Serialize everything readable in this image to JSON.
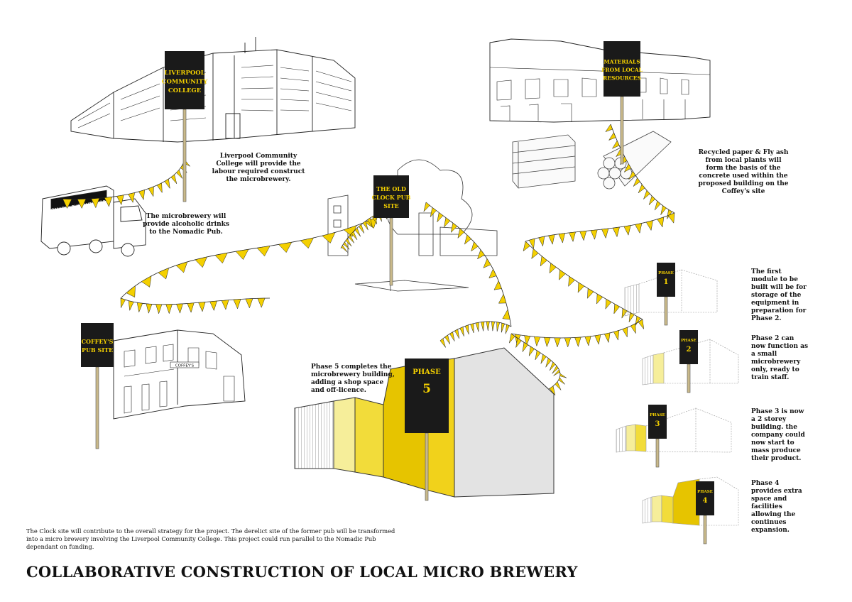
{
  "title": "COLLABORATIVE CONSTRUCTION OF LOCAL MICRO BREWERY",
  "colors": {
    "accent": "#f4d000",
    "sign": "#1a1a1a",
    "line": "#222222",
    "panel_light": "#f6ee9a",
    "panel_mid": "#f2dc3a",
    "panel_dark": "#e6c400",
    "panel_grey": "#e3e3e3"
  },
  "signs": {
    "college": [
      "LIVERPOOL",
      "COMMUNITY",
      "COLLEGE"
    ],
    "materials": [
      "MATERIALS",
      "FROM LOCAL",
      "RESOURCES"
    ],
    "clock": [
      "THE OLD",
      "CLOCK PUB",
      "SITE"
    ],
    "coffeys": [
      "COFFEY'S",
      "PUB SITE"
    ],
    "phase5": [
      "PHASE",
      "5"
    ],
    "phase1": [
      "PHASE",
      "1"
    ],
    "phase2": [
      "PHASE",
      "2"
    ],
    "phase3": [
      "PHASE",
      "3"
    ],
    "phase4": [
      "PHASE",
      "4"
    ]
  },
  "truck_label": "NOMADIC PUB OUTDOORS",
  "building_label": "COFFEY'S",
  "notes": {
    "college": "Liverpool Community College will provide the labour required construct the microbrewery.",
    "truck": "The microbrewery will provide alcoholic drinks to the Nomadic Pub.",
    "materials": "Recycled paper & Fly ash from local plants will form the basis of the concrete used within the proposed building on the Coffey's site",
    "phase5": "Phase 5 completes the microbrewery building, adding a shop space and off-licence.",
    "phase1": "The first module to be built will be for storage of the equipment in preparation for Phase 2.",
    "phase2": "Phase 2 can now function as a small microbrewery only, ready to train staff.",
    "phase3": "Phase 3 is now a 2 storey building. the company could now start to mass produce their product.",
    "phase4": "Phase 4 provides extra space and facilities allowing the continues expansion."
  },
  "footer": "The Clock site will contribute to the overall strategy for the project. The derelict site of the former pub will be transformed into a micro brewery involving the Liverpool Community College. This project could run parallel to the Nomadic Pub dependant on funding."
}
